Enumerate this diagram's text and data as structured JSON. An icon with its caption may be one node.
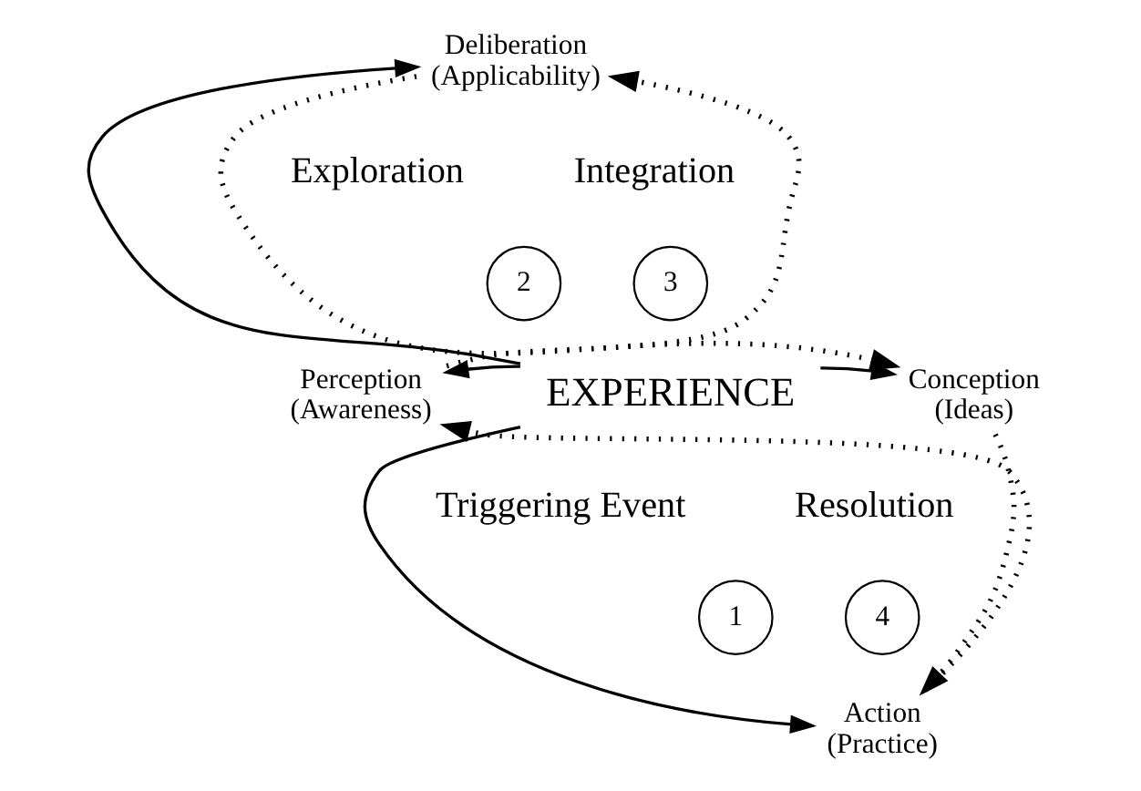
{
  "diagram": {
    "nodes": [
      {
        "text": [
          "EXPERIENCE"
        ]
      },
      {
        "text": [
          "Deliberation (Applicability)"
        ]
      },
      {
        "text": [
          "Conception (Ideas)"
        ]
      },
      {
        "text": [
          "Action (Practice)"
        ]
      },
      {
        "text": [
          "Perception (Awareness)"
        ]
      },
      {
        "text": [
          "2"
        ]
      },
      {
        "text": [
          "3"
        ]
      },
      {
        "text": [
          "1"
        ]
      },
      {
        "text": [
          "4"
        ]
      }
    ],
    "edges": [
      {
        "from": 0,
        "to": 1,
        "arrow": "to"
      },
      {
        "from": 0,
        "to": 4,
        "arrow": "to"
      },
      {
        "from": 0,
        "to": 2,
        "arrow": "to"
      },
      {
        "from": 0,
        "to": 3,
        "arrow": "to"
      },
      {
        "from": 4,
        "to": 1,
        "arrow": "to",
        "style": "dashed"
      },
      {
        "from": 1,
        "to": 2,
        "arrow": "to",
        "style": "dashed"
      },
      {
        "from": 2,
        "to": 3,
        "arrow": "to",
        "style": "dashed"
      },
      {
        "from": 3,
        "to": 4,
        "arrow": "to",
        "style": "dashed"
      }
    ],
    "labels": [
      "Exploration",
      "Integration",
      "Triggering Event",
      "Resolution"
    ]
  }
}
